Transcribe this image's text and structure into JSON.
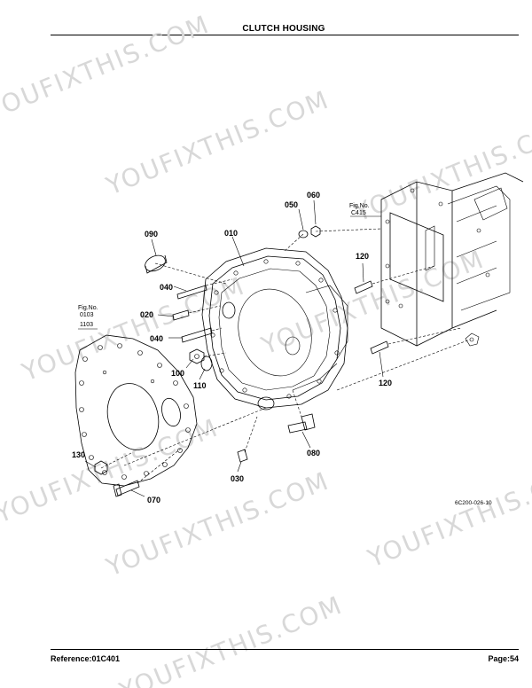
{
  "header": {
    "title": "CLUTCH HOUSING"
  },
  "footer": {
    "reference": "Reference:01C401",
    "page": "Page:54"
  },
  "watermark": {
    "text": "YOUFIXTHIS.COM"
  },
  "drawing_code": "6C200-026-10",
  "fig_refs": [
    {
      "label": "Fig.No.",
      "numbers": [
        "C415"
      ]
    },
    {
      "label": "Fig.No.",
      "numbers": [
        "0103",
        "1103"
      ]
    }
  ],
  "callouts": {
    "p010": "010",
    "p020": "020",
    "p030": "030",
    "p040a": "040",
    "p040b": "040",
    "p050": "050",
    "p060": "060",
    "p070": "070",
    "p080": "080",
    "p090": "090",
    "p100": "100",
    "p110": "110",
    "p120a": "120",
    "p120b": "120",
    "p130": "130"
  }
}
